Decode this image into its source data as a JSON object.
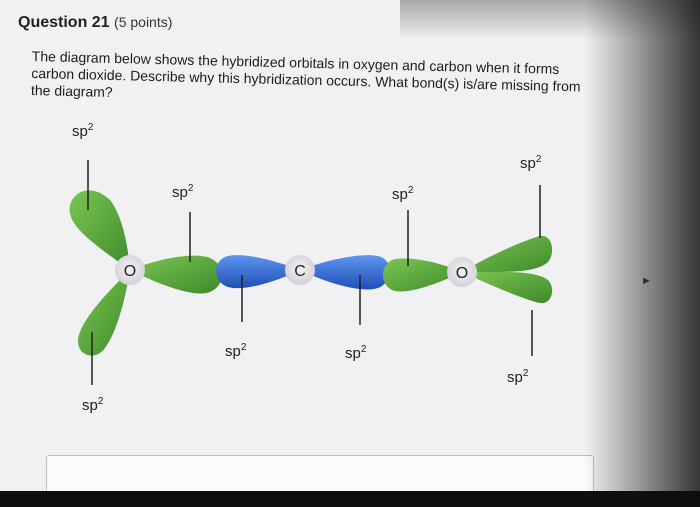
{
  "question": {
    "number": "Question 21",
    "points": "(5 points)",
    "text": "The diagram below shows the hybridized orbitals in oxygen and carbon when it forms carbon dioxide. Describe why this hybridization occurs. What bond(s) is/are missing from the diagram?"
  },
  "diagram": {
    "atoms": [
      "O",
      "C",
      "O"
    ],
    "orbital_label": "sp",
    "orbital_sup": "2"
  },
  "colors": {
    "green": "#58a83a",
    "blue": "#2f6bd8",
    "atom_fill": "#d9d9de"
  }
}
